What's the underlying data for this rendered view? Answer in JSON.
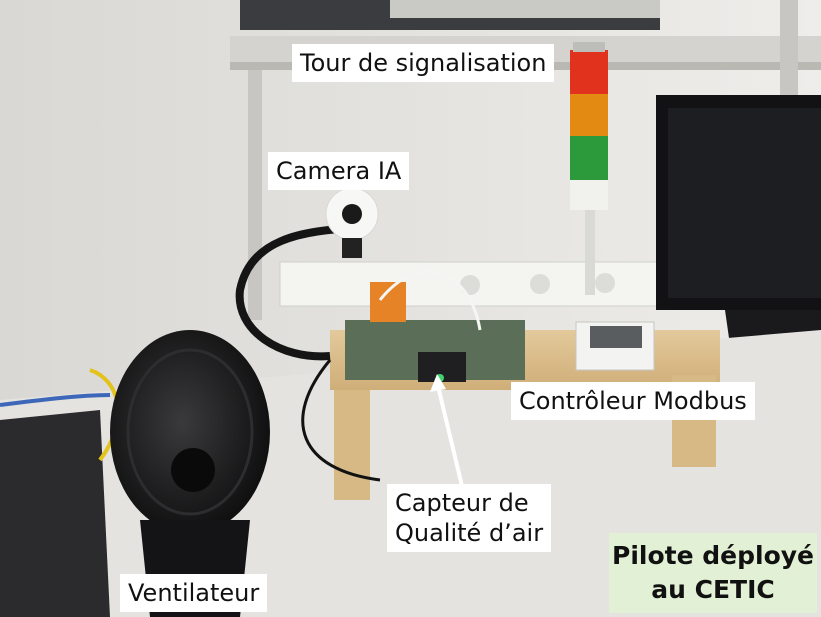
{
  "photo": {
    "labels": {
      "tour": "Tour de signalisation",
      "camera": "Camera IA",
      "controleur": "Contrôleur Modbus",
      "capteur": "Capteur de\nQualité d’air",
      "ventilateur": "Ventilateur"
    },
    "badge": {
      "line1": "Pilote déployé",
      "line2": "au CETIC"
    },
    "colors": {
      "badge_bg": "#e2f1d5",
      "tower_red": "#e0321c",
      "tower_orange": "#e38a12",
      "tower_green": "#2c9a3a",
      "arrow": "#ffffff"
    }
  }
}
